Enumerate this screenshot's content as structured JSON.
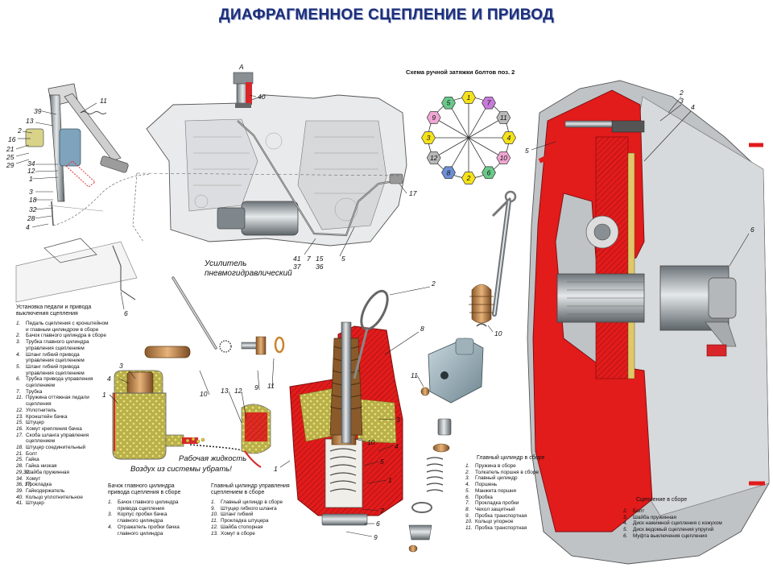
{
  "title": "ДИАФРАГМЕННОЕ СЦЕПЛЕНИЕ И ПРИВОД",
  "torque_scheme": {
    "title": "Схема ручной затяжки болтов поз. 2",
    "bolts": [
      {
        "num": "1",
        "color": "#f5e21a"
      },
      {
        "num": "7",
        "color": "#c67bd9"
      },
      {
        "num": "11",
        "color": "#b9b9b9"
      },
      {
        "num": "4",
        "color": "#f5e21a"
      },
      {
        "num": "10",
        "color": "#f0a6d2"
      },
      {
        "num": "6",
        "color": "#69c989"
      },
      {
        "num": "2",
        "color": "#f5e21a"
      },
      {
        "num": "8",
        "color": "#6c8fd6"
      },
      {
        "num": "12",
        "color": "#b9b9b9"
      },
      {
        "num": "3",
        "color": "#f5e21a"
      },
      {
        "num": "9",
        "color": "#f0a6d2"
      },
      {
        "num": "5",
        "color": "#69c989"
      }
    ]
  },
  "labels": {
    "pedal": [
      "11",
      "39",
      "13",
      "16",
      "2",
      "21",
      "25",
      "29",
      "34",
      "12",
      "1",
      "3",
      "18",
      "32",
      "28",
      "4"
    ],
    "gearbox": [
      "А",
      "40",
      "17",
      "Усилитель",
      "пневмогидравлический",
      "41",
      "37",
      "7",
      "15",
      "36",
      "5",
      "6"
    ],
    "reservoir": [
      "3",
      "4",
      "1",
      "10",
      "13",
      "12",
      "9",
      "11"
    ],
    "master": [
      "2",
      "8",
      "10",
      "11",
      "3",
      "10",
      "4",
      "5",
      "1",
      "7",
      "6",
      "9",
      "1"
    ],
    "clutch": [
      "2",
      "3",
      "4",
      "5",
      "6"
    ]
  },
  "notes": {
    "fluid": "Рабочая жидкость",
    "bleed": "Воздух из системы убрать!"
  },
  "captions": {
    "pedal": {
      "head": "Установка педали и привода выключения сцепления",
      "items": [
        {
          "n": "1.",
          "t": "Педаль сцепления с кронштейном"
        },
        {
          "n": "",
          "t": "и главным цилиндром в сборе"
        },
        {
          "n": "2.",
          "t": "Бачок главного цилиндра в сборе"
        },
        {
          "n": "3.",
          "t": "Трубка главного цилиндра"
        },
        {
          "n": "",
          "t": "управления сцеплением"
        },
        {
          "n": "4.",
          "t": "Шланг гибкий привода"
        },
        {
          "n": "",
          "t": "управления сцеплением"
        },
        {
          "n": "5.",
          "t": "Шланг гибкий привода"
        },
        {
          "n": "",
          "t": "управления сцеплением"
        },
        {
          "n": "6.",
          "t": "Трубка привода управления"
        },
        {
          "n": "",
          "t": "сцеплением"
        },
        {
          "n": "7.",
          "t": "Трубка"
        },
        {
          "n": "11.",
          "t": "Пружина оттяжная педали"
        },
        {
          "n": "",
          "t": "сцепления"
        },
        {
          "n": "12.",
          "t": "Уплотнитель"
        },
        {
          "n": "13.",
          "t": "Кронштейн бачка"
        },
        {
          "n": "15.",
          "t": "Штуцер"
        },
        {
          "n": "16.",
          "t": "Хомут крепления бачка"
        },
        {
          "n": "17.",
          "t": "Скоба шланга управления"
        },
        {
          "n": "",
          "t": "сцеплением"
        },
        {
          "n": "18.",
          "t": "Штуцер соединительный"
        },
        {
          "n": "21.",
          "t": "Болт"
        },
        {
          "n": "25.",
          "t": "Гайка"
        },
        {
          "n": "28.",
          "t": "Гайка низкая"
        },
        {
          "n": "29,32.",
          "t": "Шайба пружинная"
        },
        {
          "n": "34.",
          "t": "Хомут"
        },
        {
          "n": "36, 37.",
          "t": "Прокладка"
        },
        {
          "n": "39.",
          "t": "Гайкодержатель"
        },
        {
          "n": "40.",
          "t": "Кольцо уплотнительное"
        },
        {
          "n": "41.",
          "t": "Штуцер"
        }
      ]
    },
    "reservoir": {
      "head": "Бачок главного цилиндра привода сцепления в сборе",
      "items": [
        {
          "n": "1.",
          "t": "Бачок главного цилиндра"
        },
        {
          "n": "",
          "t": "привода сцепления"
        },
        {
          "n": "3.",
          "t": "Корпус пробки бачка"
        },
        {
          "n": "",
          "t": "главного цилиндра"
        },
        {
          "n": "4.",
          "t": "Отражатель пробки бачка"
        },
        {
          "n": "",
          "t": "главного цилиндра"
        }
      ]
    },
    "master": {
      "head": "Главный цилиндр управления сцеплением в сборе",
      "items": [
        {
          "n": "1.",
          "t": "Главный цилиндр в сборе"
        },
        {
          "n": "9.",
          "t": "Штуцер гибкого шланга"
        },
        {
          "n": "10.",
          "t": "Шланг гибкий"
        },
        {
          "n": "11.",
          "t": "Прокладка штуцера"
        },
        {
          "n": "12.",
          "t": "Шайба стопорная"
        },
        {
          "n": "13.",
          "t": "Хомут в сборе"
        }
      ]
    },
    "cylinder": {
      "head": "Главный цилиндр в сборе",
      "items": [
        {
          "n": "1.",
          "t": "Пружина в сборе"
        },
        {
          "n": "2.",
          "t": "Толкатель поршня в сборе"
        },
        {
          "n": "3.",
          "t": "Главный цилиндр"
        },
        {
          "n": "4.",
          "t": "Поршень"
        },
        {
          "n": "5.",
          "t": "Манжета поршня"
        },
        {
          "n": "6.",
          "t": "Пробка"
        },
        {
          "n": "7.",
          "t": "Прокладка пробки"
        },
        {
          "n": "8.",
          "t": "Чехол защитный"
        },
        {
          "n": "9.",
          "t": "Пробка транспортная"
        },
        {
          "n": "10.",
          "t": "Кольцо упорное"
        },
        {
          "n": "11.",
          "t": "Пробка транспортная"
        }
      ]
    },
    "clutch": {
      "head": "Сцепление в сборе",
      "items": [
        {
          "n": "2.",
          "t": "Болт"
        },
        {
          "n": "3.",
          "t": "Шайба пружинная"
        },
        {
          "n": "4.",
          "t": "Диск нажимной сцепления с кожухом"
        },
        {
          "n": "5.",
          "t": "Диск ведомый сцепления упругий"
        },
        {
          "n": "6.",
          "t": "Муфта выключения сцепления"
        }
      ]
    }
  }
}
